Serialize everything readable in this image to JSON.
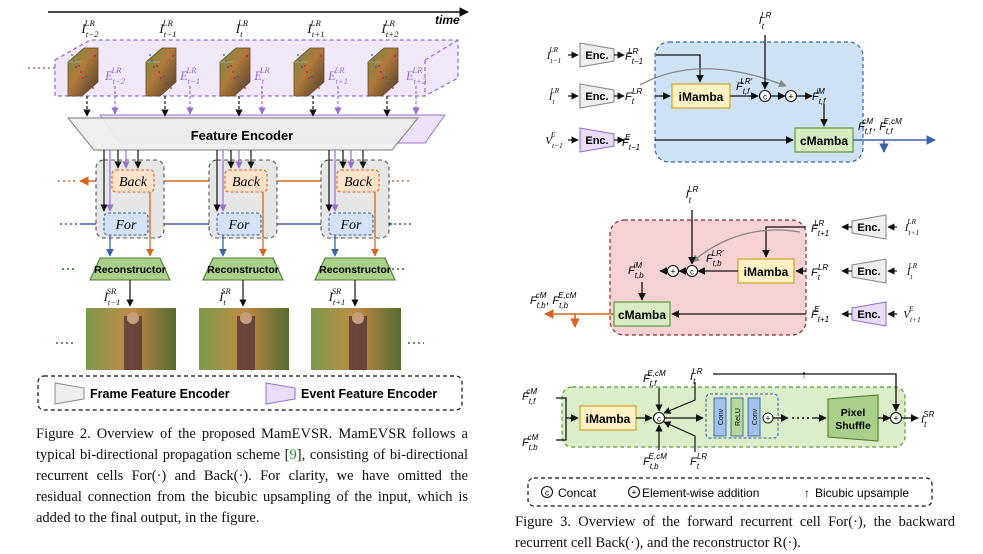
{
  "fig2": {
    "time_label": "time",
    "inputs": [
      "I_{t-2}^{LR}",
      "I_{t-1}^{LR}",
      "I_t^{LR}",
      "I_{t+1}^{LR}",
      "I_{t+2}^{LR}"
    ],
    "events": [
      "E_{t-2}^{LR}",
      "E_{t-1}^{LR}",
      "E_t^{LR}",
      "E_{t+1}^{LR}",
      "E_{t+2}^{LR}"
    ],
    "encoder_label": "Feature Encoder",
    "back_label": "Back",
    "for_label": "For",
    "recon_label": "Reconstructor",
    "outputs": [
      "I_{t-1}^{SR}",
      "I_t^{SR}",
      "I_{t+1}^{SR}"
    ],
    "legend_frame": "Frame Feature Encoder",
    "legend_event": "Event Feature Encoder",
    "caption": {
      "prefix": "Figure 2.  Overview of the proposed MamEVSR.  MamEVSR follows a typical bi-directional propagation scheme [",
      "ref": "9",
      "suffix": "], consisting of bi-directional recurrent cells For(·) and Back(·). For clarity, we have omitted the residual connection from the bicubic upsampling of the input, which is added to the final output, in the figure."
    }
  },
  "fig3": {
    "enc_label": "Enc.",
    "imamba_label": "iMamba",
    "cmamba_label": "cMamba",
    "conv_label": "Conv",
    "relu_label": "ReLU",
    "pixel_shuffle": [
      "Pixel",
      "Shuffle"
    ],
    "legend": {
      "concat_symbol": "c",
      "concat": "Concat",
      "add_symbol": "+",
      "add": "Element-wise addition",
      "up_symbol": "↑",
      "up": "Bicubic upsample"
    },
    "caption": "Figure 3. Overview of the forward recurrent cell For(·), the backward recurrent cell Back(·), and the reconstructor R(·)."
  },
  "colors": {
    "purple": "#9b6fd0",
    "orange": "#d9661f",
    "blue": "#3a62a8",
    "fwd_bg": "#cfe2f5",
    "bwd_bg": "#f7d2d4",
    "rec_bg": "#dbedc9",
    "imamba": "#fdf0c2",
    "cmamba": "#d7ecc2"
  }
}
